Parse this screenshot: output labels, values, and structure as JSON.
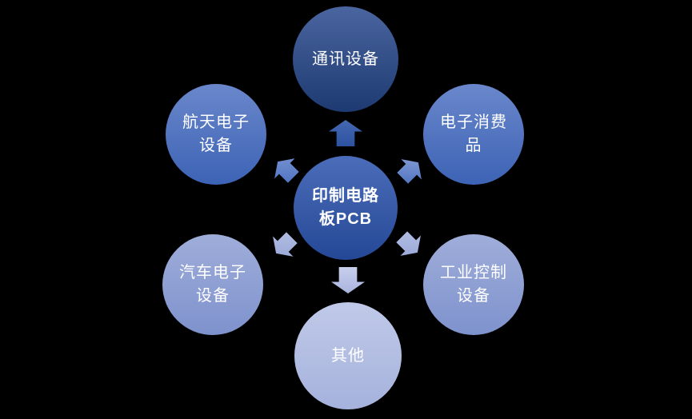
{
  "background_color": "#000000",
  "text_color": "#ffffff",
  "diagram": {
    "type": "radial-hub-spoke",
    "center": {
      "label": "印制电路板PCB",
      "lines": [
        "印制电路",
        "板PCB"
      ],
      "colors": {
        "top": "#4b6db9",
        "bottom": "#254896"
      }
    },
    "nodes": [
      {
        "id": "communication-equipment",
        "label": "通讯设备",
        "lines": [
          "通讯设备"
        ],
        "position": "top",
        "colors": {
          "top": "#4a659f",
          "bottom": "#1e3a72"
        }
      },
      {
        "id": "aerospace-electronics",
        "label": "航天电子设备",
        "lines": [
          "航天电子",
          "设备"
        ],
        "position": "top-left",
        "colors": {
          "top": "#6a87cb",
          "bottom": "#3d63b5"
        }
      },
      {
        "id": "consumer-electronics",
        "label": "电子消费品",
        "lines": [
          "电子消费",
          "品"
        ],
        "position": "top-right",
        "colors": {
          "top": "#6a87cb",
          "bottom": "#3d63b5"
        }
      },
      {
        "id": "automotive-electronics",
        "label": "汽车电子设备",
        "lines": [
          "汽车电子",
          "设备"
        ],
        "position": "bottom-left",
        "colors": {
          "top": "#9fadd9",
          "bottom": "#7e92cd"
        }
      },
      {
        "id": "industrial-control",
        "label": "工业控制设备",
        "lines": [
          "工业控制",
          "设备"
        ],
        "position": "bottom-right",
        "colors": {
          "top": "#9fadd9",
          "bottom": "#7e92cd"
        }
      },
      {
        "id": "other",
        "label": "其他",
        "lines": [
          "其他"
        ],
        "position": "bottom",
        "colors": {
          "top": "#c0c9e8",
          "bottom": "#a5b2dc"
        }
      }
    ],
    "arrows": [
      {
        "direction": "up",
        "colors": {
          "top": "#4568b1",
          "bottom": "#2d52a0"
        }
      },
      {
        "direction": "up-left",
        "colors": {
          "top": "#7b94d3",
          "bottom": "#4a71c1"
        }
      },
      {
        "direction": "up-right",
        "colors": {
          "top": "#8aa0d8",
          "bottom": "#4a70bf"
        }
      },
      {
        "direction": "down-left",
        "colors": {
          "top": "#b5c0e3",
          "bottom": "#96a5d6"
        }
      },
      {
        "direction": "down-right",
        "colors": {
          "top": "#b5c0e3",
          "bottom": "#96a5d6"
        }
      },
      {
        "direction": "down",
        "colors": {
          "top": "#c8cfec",
          "bottom": "#a9b4de"
        }
      }
    ]
  }
}
